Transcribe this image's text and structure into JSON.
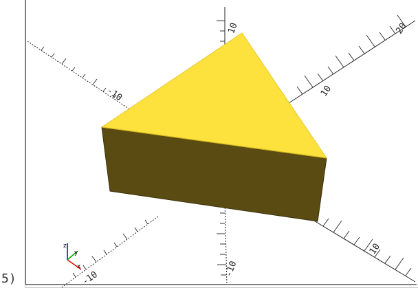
{
  "viewport": {
    "background": "#ffffff",
    "frame_color": "#808080"
  },
  "model": {
    "shape": "triangular-prism",
    "top_color": "#fde13c",
    "side_color": "#5a4b12",
    "edge_color": "#3c320c"
  },
  "axes": {
    "axis_color": "#1a1a1a",
    "tick_labels": {
      "x_pos": "10",
      "x_neg": "-10",
      "y_pos": "10",
      "y_neg": "-10",
      "z_pos": "10",
      "z_neg": "-10",
      "far_x": "20"
    }
  },
  "gizmo": {
    "x_label": "x",
    "y_label": "y",
    "z_label": "z",
    "x_color": "#e00000",
    "y_color": "#00a000",
    "z_color": "#0000e0"
  },
  "left_panel_text": "5)"
}
